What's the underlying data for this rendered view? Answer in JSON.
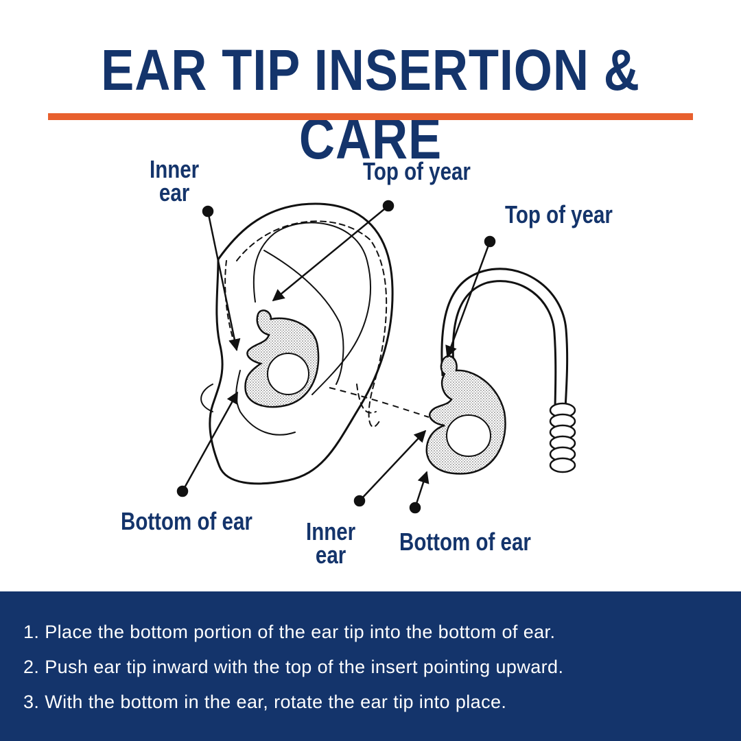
{
  "title": "EAR TIP INSERTION & CARE",
  "colors": {
    "navy": "#14346b",
    "orange": "#e8602e"
  },
  "diagram": {
    "left_ear": {
      "inner_ear": "Inner\near",
      "top_of_ear": "Top of year",
      "bottom_of_ear": "Bottom of ear"
    },
    "right_ear": {
      "top_of_ear": "Top of year",
      "inner_ear": "Inner\near",
      "bottom_of_ear": "Bottom of ear"
    }
  },
  "steps": [
    "1. Place the bottom portion of the ear tip into the bottom of ear.",
    "2. Push ear tip inward with the top of the insert pointing upward.",
    "3. With the bottom in the ear, rotate the ear tip into place."
  ]
}
